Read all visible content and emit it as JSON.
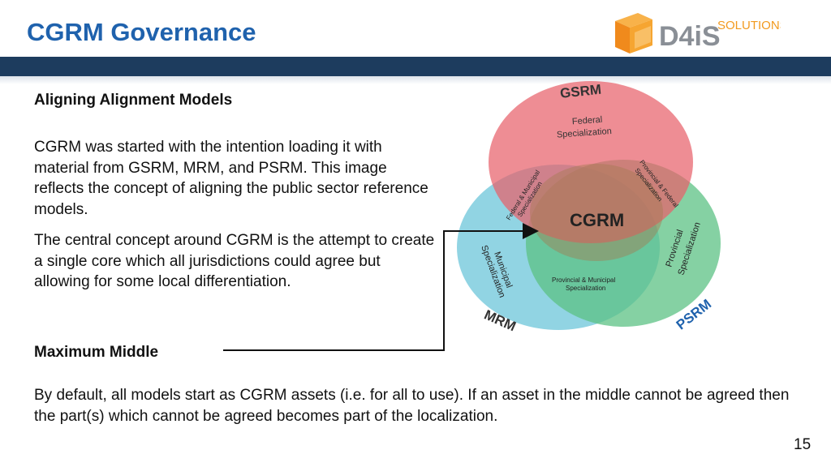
{
  "slide": {
    "title": "CGRM Governance",
    "page_number": "15"
  },
  "logo": {
    "brand": "D4iS",
    "tagline": "SOLUTIONS"
  },
  "left": {
    "subhead": "Aligning Alignment Models",
    "paragraph1": "CGRM was started with the intention loading it with material from GSRM, MRM, and PSRM. This image reflects the concept of aligning the public sector reference models.",
    "paragraph2": "The central concept around CGRM is the attempt to create a single core which all jurisdictions could agree but allowing for some local differentiation."
  },
  "bottom": {
    "heading": "Maximum Middle",
    "text": "By default, all models start as CGRM assets (i.e. for all to use). If an asset in the middle cannot be agreed then the part(s) which cannot be agreed becomes part of the localization."
  },
  "diagram": {
    "gsrm_label": "GSRM",
    "mrm_label": "MRM",
    "psrm_label": "PSRM",
    "center_label": "CGRM",
    "federal_line1": "Federal",
    "federal_line2": "Specialization",
    "municipal_line1": "Municipal",
    "municipal_line2": "Specialization",
    "provincial_line1": "Provincial",
    "provincial_line2": "Specialization",
    "fed_mun_line1": "Federal & Municipal",
    "fed_mun_line2": "Specialization",
    "prov_fed_line1": "Provincial & Federal",
    "prov_fed_line2": "Specialization",
    "prov_mun_line1": "Provincial & Municipal",
    "prov_mun_line2": "Specialization",
    "colors": {
      "federal": "#e8616b",
      "municipal": "#6cc5da",
      "provincial": "#5cc284",
      "overlap": "#a57a52"
    }
  }
}
